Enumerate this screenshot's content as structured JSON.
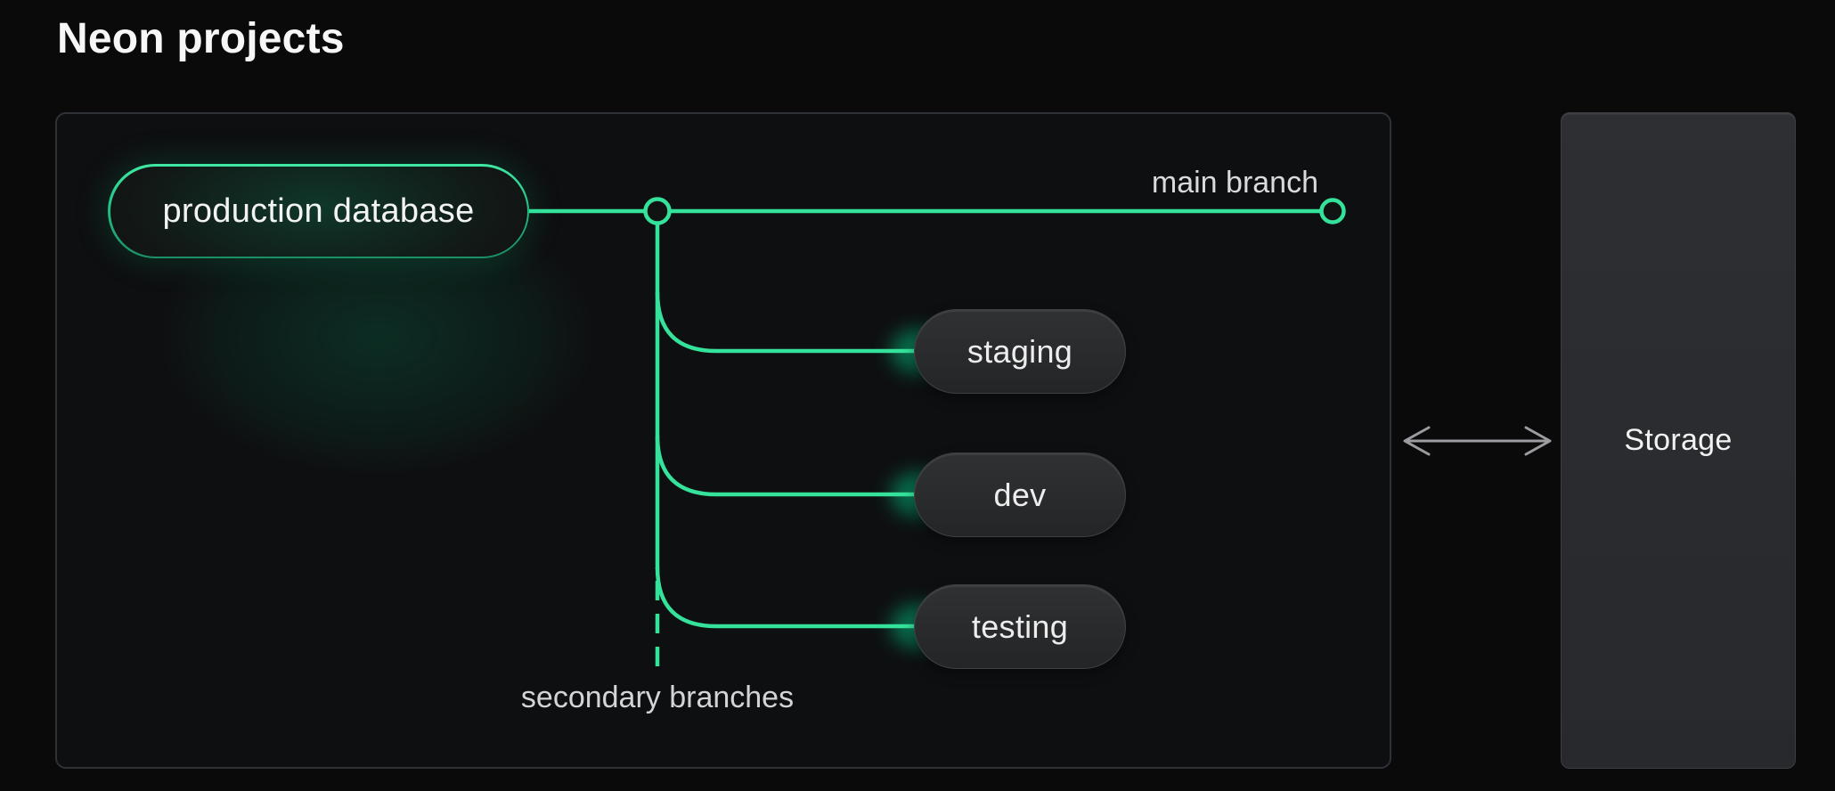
{
  "title": "Neon projects",
  "diagram": {
    "root_node": {
      "label": "production database"
    },
    "main_branch": {
      "label": "main branch"
    },
    "secondary_branches_label": "secondary branches",
    "branches": [
      {
        "label": "staging"
      },
      {
        "label": "dev"
      },
      {
        "label": "testing"
      }
    ],
    "colors": {
      "accent_green": "#35e29b",
      "glow_green": "#00e599",
      "node_gray": "#2a2b2d",
      "panel_border": "#2e3237",
      "arrow_gray": "#9a9ca0",
      "background": "#0a0a0b"
    }
  },
  "storage": {
    "label": "Storage"
  }
}
